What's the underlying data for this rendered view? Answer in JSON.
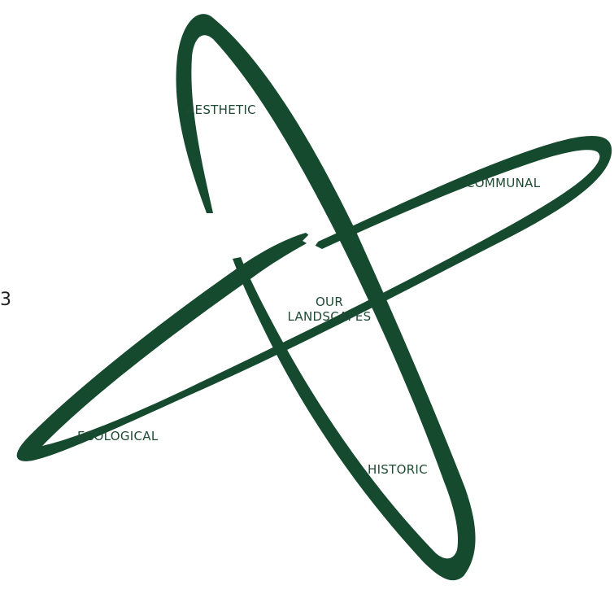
{
  "diagram": {
    "colors": {
      "stroke": "#164a2f",
      "label": "#1f4a33",
      "background": "#ffffff"
    },
    "edge_text": "3",
    "labels": {
      "aesthetic": "AESTHETIC",
      "communal": "COMMUNAL",
      "center_line1": "OUR",
      "center_line2": "LANDSCAPES",
      "ecological": "ECOLOGICAL",
      "historic": "HISTORIC"
    }
  }
}
